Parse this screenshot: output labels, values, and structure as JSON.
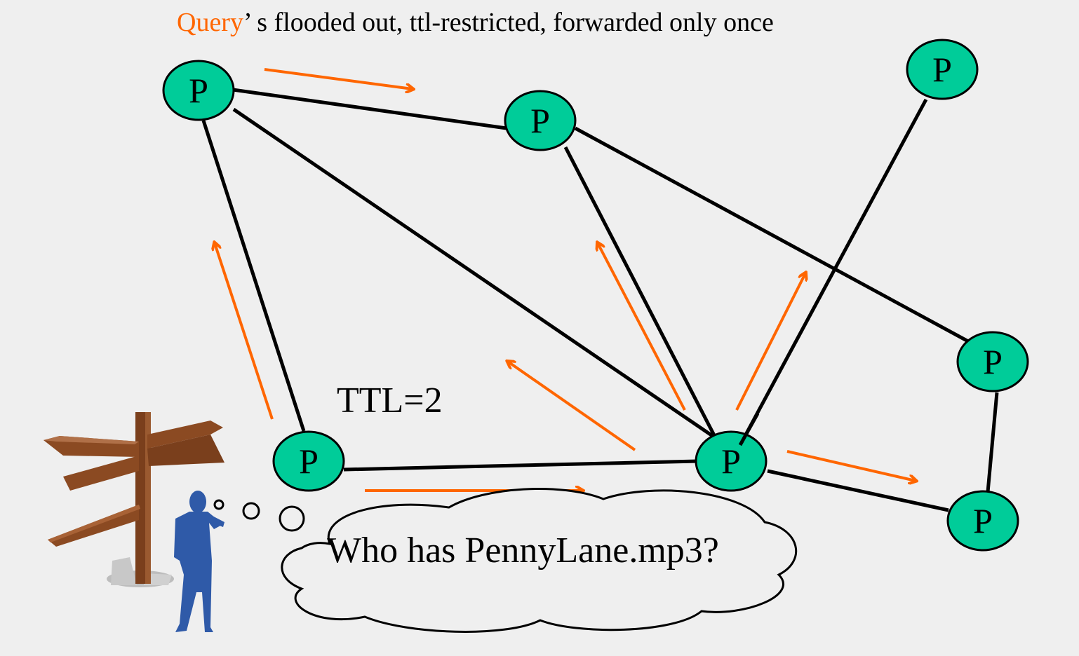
{
  "header": {
    "title_accent": "Query",
    "title_rest": "’ s flooded out, ttl-restricted, forwarded only once"
  },
  "ttl_label": "TTL=2",
  "cloud_text": "Who has PennyLane.mp3?",
  "node_label": "P",
  "colors": {
    "background": "#efefef",
    "node_fill": "#00cc99",
    "edge": "#000000",
    "arrow": "#ff6600",
    "person": "#2f5aa8",
    "signpost": "#8b4a22"
  },
  "icons": [
    "signpost-icon",
    "thinking-person-icon",
    "thought-cloud-icon"
  ]
}
